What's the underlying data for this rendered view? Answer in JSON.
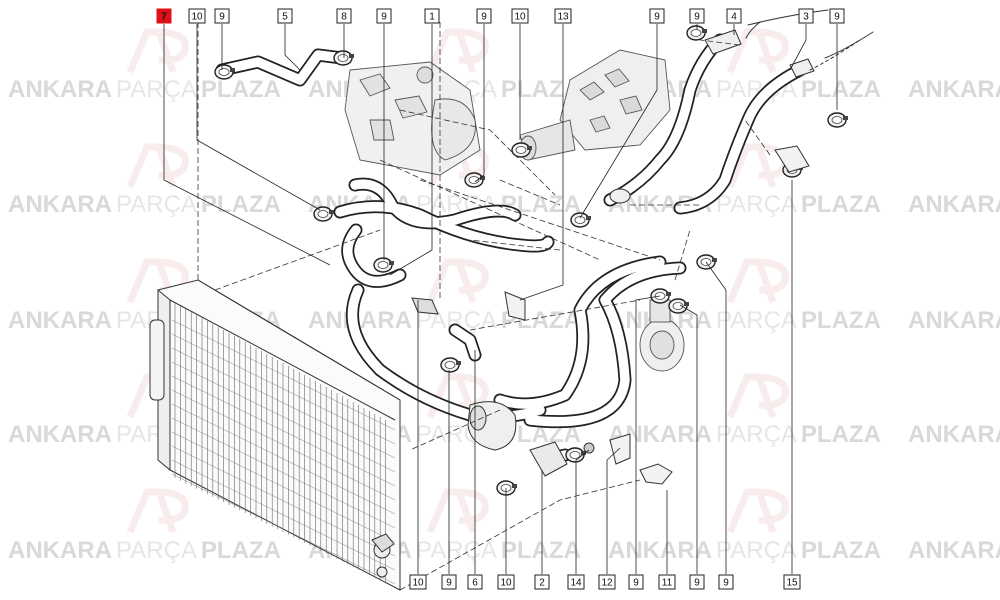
{
  "watermark": {
    "word1": "ANKARA",
    "word2": "PARÇA",
    "word3": "PLAZA",
    "logo": "AP",
    "color_dark": "#d9d9d9",
    "color_light": "#e6e6e6",
    "logo_color": "#f3dede"
  },
  "highlight_color": "#e0101a",
  "callouts_top": [
    {
      "label": "7",
      "highlighted": true
    },
    {
      "label": "10"
    },
    {
      "label": "9"
    },
    {
      "label": "5"
    },
    {
      "label": "8"
    },
    {
      "label": "9"
    },
    {
      "label": "1"
    },
    {
      "label": "9"
    },
    {
      "label": "10"
    },
    {
      "label": "13"
    },
    {
      "label": "9"
    },
    {
      "label": "9"
    },
    {
      "label": "4"
    },
    {
      "label": "3"
    },
    {
      "label": "9"
    }
  ],
  "callouts_bottom": [
    {
      "label": "10"
    },
    {
      "label": "9"
    },
    {
      "label": "6"
    },
    {
      "label": "10"
    },
    {
      "label": "2"
    },
    {
      "label": "14"
    },
    {
      "label": "12"
    },
    {
      "label": "9"
    },
    {
      "label": "11"
    },
    {
      "label": "9"
    },
    {
      "label": "9"
    },
    {
      "label": "15"
    }
  ]
}
